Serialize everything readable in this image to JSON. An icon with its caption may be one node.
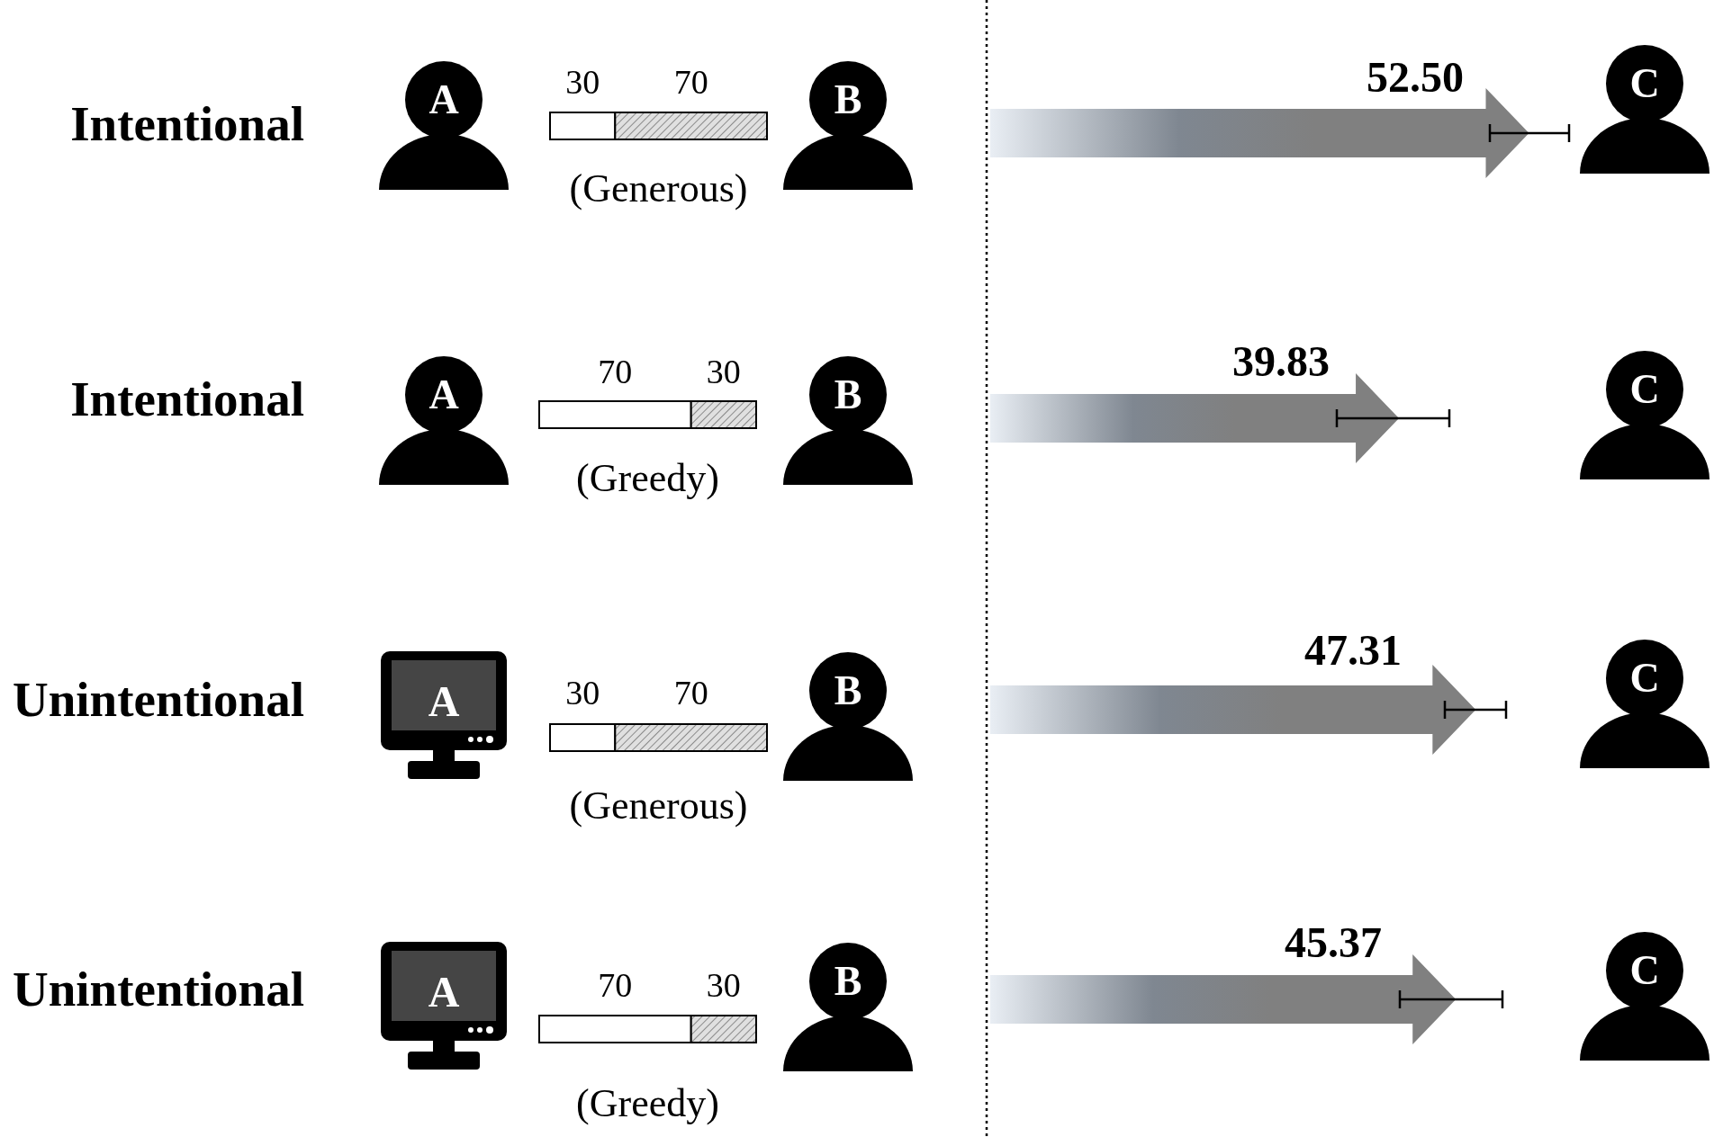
{
  "diagram": {
    "nodes": [
      {
        "text": [
          "A"
        ]
      },
      {
        "text": [
          "B"
        ]
      },
      {
        "text": [
          "C"
        ]
      },
      {
        "text": [
          "A"
        ]
      },
      {
        "text": [
          "B"
        ]
      },
      {
        "text": [
          "C"
        ]
      },
      {
        "text": [
          "A"
        ]
      },
      {
        "text": [
          "B"
        ]
      },
      {
        "text": [
          "C"
        ]
      },
      {
        "text": [
          "A"
        ]
      },
      {
        "text": [
          "B"
        ]
      },
      {
        "text": [
          "C"
        ]
      }
    ],
    "labels": [
      "Intentional",
      "30",
      "70",
      "(Generous)",
      "52.50",
      "Intentional",
      "70",
      "30",
      "(Greedy)",
      "39.83",
      "Unintentional",
      "30",
      "70",
      "(Generous)",
      "47.31",
      "Unintentional",
      "70",
      "30",
      "(Greedy)",
      "45.37"
    ]
  }
}
